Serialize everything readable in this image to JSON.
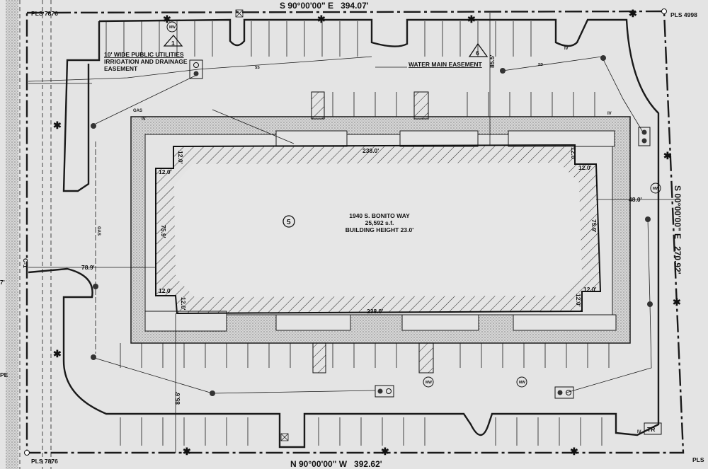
{
  "plan": {
    "boundary": {
      "north": "S 90°00'00\" E   394.07'",
      "south": "N 90°00'00\" W   392.62'",
      "east": "S 00°00'00\" E   270.92'"
    },
    "monuments": {
      "top_left": "PLS 7876",
      "top_right": "PLS 4998",
      "bottom_left": "PLS 7876",
      "bottom_right": "PLS"
    },
    "easements": {
      "utilities_line1": "10' WIDE PUBLIC UTILITIES",
      "utilities_line2": "IRRIGATION AND DRAINAGE",
      "utilities_line3": "EASEMENT",
      "water_main": "WATER MAIN EASEMENT"
    },
    "keynotes": {
      "k1": "1",
      "k6": "6",
      "k5": "5"
    },
    "building": {
      "address": "1940 S. BONITO WAY",
      "area": "25,592 s.f.",
      "height": "BUILDING HEIGHT 23.0'"
    },
    "dimensions": {
      "top_width": "238.0'",
      "bottom_width": "238.0'",
      "left_depth": "75.9'",
      "right_depth": "75.9'",
      "notch": "12.0'",
      "setback_east": "48.0'",
      "setback_west": "78.9'",
      "setback_north": "85.5'",
      "setback_south": "85.6'",
      "west_partial": "7'"
    },
    "symbols": {
      "mw": "MW",
      "tr": "TR",
      "gas": "GAS",
      "iv": "IV",
      "ss": "SS",
      "sd": "SD",
      "c1": "C-1",
      "pe": "PE"
    },
    "colors": {
      "paper": "#e4e4e4",
      "ink": "#1a1a1a"
    }
  }
}
